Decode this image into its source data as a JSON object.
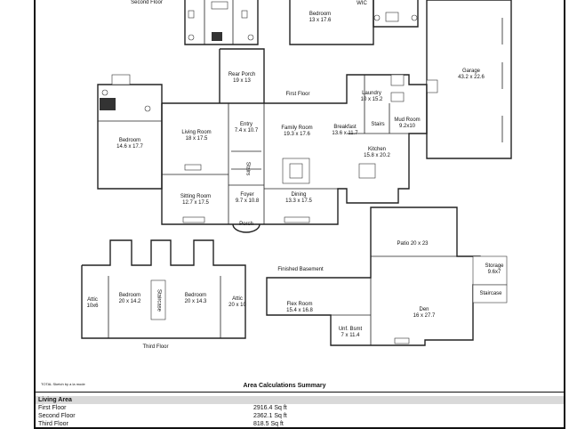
{
  "floors": {
    "second": "Second Floor",
    "first": "First Floor",
    "third": "Third Floor",
    "basement": "Finished Basement"
  },
  "rooms": {
    "bedroom_top": {
      "name": "Bedroom",
      "dims": "13 x 17.6"
    },
    "wic": {
      "name": "WIC"
    },
    "garage": {
      "name": "Garage",
      "dims": "43.2 x 22.6"
    },
    "rear_porch": {
      "name": "Rear Porch",
      "dims": "19 x 13"
    },
    "laundry": {
      "name": "Laundry",
      "dims": "10 x 15.2"
    },
    "mud_room": {
      "name": "Mud Room",
      "dims": "9.2x10"
    },
    "stairs_first": {
      "name": "Stairs"
    },
    "breakfast": {
      "name": "Breakfast",
      "dims": "13.6 x 11.7"
    },
    "family_room": {
      "name": "Family Room",
      "dims": "19.3 x 17.6"
    },
    "entry": {
      "name": "Entry",
      "dims": "7.4 x 10.7"
    },
    "living_room": {
      "name": "Living Room",
      "dims": "18 x 17.5"
    },
    "bedroom_left": {
      "name": "Bedroom",
      "dims": "14.6 x 17.7"
    },
    "kitchen": {
      "name": "Kitchen",
      "dims": "15.8 x 20.2"
    },
    "stairs_center": {
      "name": "Stairs"
    },
    "sitting_room": {
      "name": "Sitting Room",
      "dims": "12.7 x 17.5"
    },
    "foyer": {
      "name": "Foyer",
      "dims": "9.7 x 10.8"
    },
    "dining": {
      "name": "Dining",
      "dims": "13.3 x 17.5"
    },
    "porch": {
      "name": "Porch"
    },
    "patio": {
      "name": "Patio 20 x 23"
    },
    "storage": {
      "name": "Storage",
      "dims": "9.6x7"
    },
    "staircase_basement": {
      "name": "Staircase"
    },
    "flex_room": {
      "name": "Flex Room",
      "dims": "15.4 x 16.8"
    },
    "den": {
      "name": "Den",
      "dims": "16 x 27.7"
    },
    "unf_bsmt": {
      "name": "Unf. Bsmt",
      "dims": "7 x 11.4"
    },
    "attic_left": {
      "name": "Attic",
      "dims": "10x6"
    },
    "bedroom_third_1": {
      "name": "Bedroom",
      "dims": "20 x 14.2"
    },
    "staircase_third": {
      "name": "Staircase"
    },
    "bedroom_third_2": {
      "name": "Bedroom",
      "dims": "20 x 14.3"
    },
    "attic_right": {
      "name": "Attic",
      "dims": "20 x 10"
    }
  },
  "credit": "TOTAL Sketch by a la mode",
  "summary": {
    "title": "Area Calculations Summary",
    "section": "Living Area",
    "rows": [
      {
        "name": "First Floor",
        "value": "2916.4 Sq ft"
      },
      {
        "name": "Second Floor",
        "value": "2362.1 Sq ft"
      },
      {
        "name": "Third Floor",
        "value": "818.5 Sq ft"
      }
    ]
  }
}
